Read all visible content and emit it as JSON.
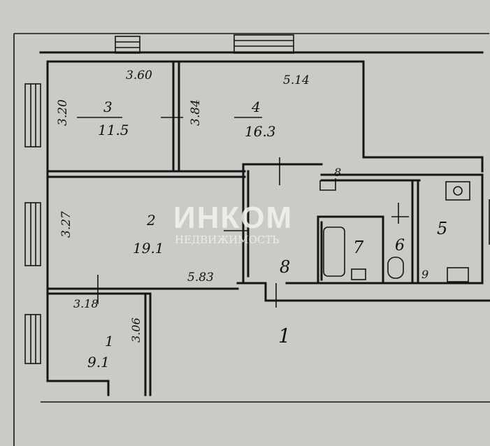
{
  "rooms": [
    {
      "number": "1",
      "area": "9.1"
    },
    {
      "number": "2",
      "area": "19.1"
    },
    {
      "number": "3",
      "area": "11.5"
    },
    {
      "number": "4",
      "area": "16.3"
    },
    {
      "number": "5"
    },
    {
      "number": "6"
    },
    {
      "number": "7"
    },
    {
      "number": "8"
    }
  ],
  "dimensions": {
    "room3_width": "3.60",
    "room3_depth": "3.20",
    "room4_depth": "3.84",
    "room4_width": "5.14",
    "room2_depth": "3.27",
    "room2_width": "5.83",
    "room1_width": "3.18",
    "room1_depth": "3.06",
    "corridor": "8",
    "entrance": "1",
    "closet": "9"
  },
  "watermark": {
    "brand": "ИНКОМ",
    "sub": "НЕДВИЖИМОСТЬ"
  }
}
